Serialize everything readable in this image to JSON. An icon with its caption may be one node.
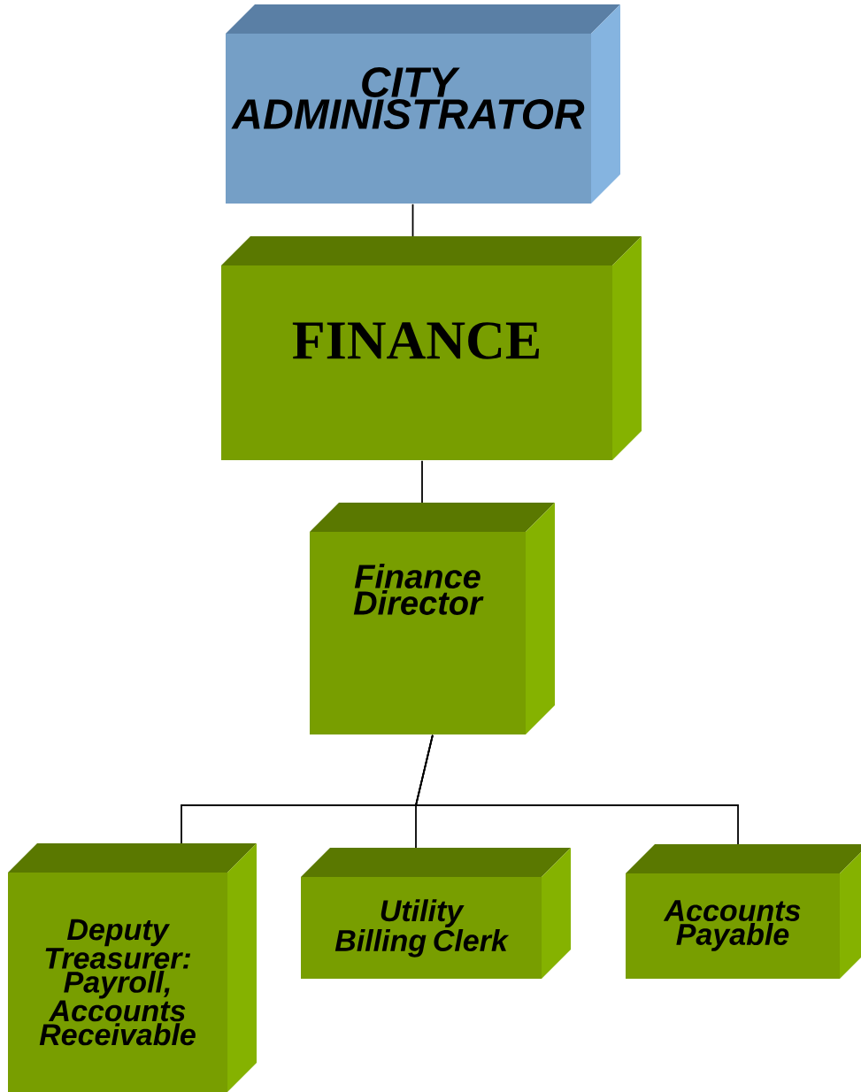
{
  "diagram": {
    "nodes": [
      {
        "text": [
          "CITY ADMINISTRATOR"
        ]
      },
      {
        "text": [
          "FINANCE"
        ]
      },
      {
        "text": [
          "Finance Director"
        ]
      },
      {
        "text": [
          "Deputy Treasurer: Payroll, Accounts Receivable"
        ]
      },
      {
        "text": [
          "Utility Billing Clerk"
        ]
      },
      {
        "text": [
          "Accounts Payable"
        ]
      }
    ],
    "edges": [
      {
        "from": 0,
        "to": 1,
        "arrow": "none"
      },
      {
        "from": 1,
        "to": 2,
        "arrow": "none"
      },
      {
        "from": 2,
        "to": 3,
        "arrow": "none"
      },
      {
        "from": 2,
        "to": 4,
        "arrow": "none"
      },
      {
        "from": 2,
        "to": 5,
        "arrow": "none"
      }
    ]
  }
}
